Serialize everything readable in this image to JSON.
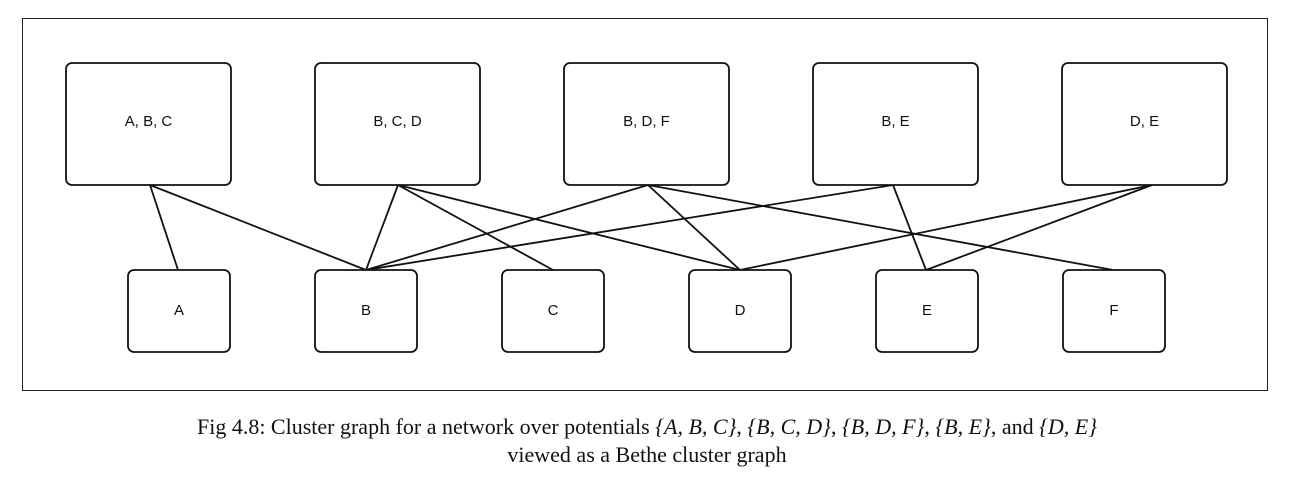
{
  "clusters": [
    {
      "id": "ABC",
      "label": "A, B, C"
    },
    {
      "id": "BCD",
      "label": "B, C, D"
    },
    {
      "id": "BDF",
      "label": "B, D, F"
    },
    {
      "id": "BE",
      "label": "B, E"
    },
    {
      "id": "DE",
      "label": "D, E"
    }
  ],
  "variables": [
    {
      "id": "A",
      "label": "A"
    },
    {
      "id": "B",
      "label": "B"
    },
    {
      "id": "C",
      "label": "C"
    },
    {
      "id": "D",
      "label": "D"
    },
    {
      "id": "E",
      "label": "E"
    },
    {
      "id": "F",
      "label": "F"
    }
  ],
  "edges": [
    [
      "ABC",
      "A"
    ],
    [
      "ABC",
      "B"
    ],
    [
      "BCD",
      "B"
    ],
    [
      "BCD",
      "C"
    ],
    [
      "BCD",
      "D"
    ],
    [
      "BDF",
      "B"
    ],
    [
      "BDF",
      "D"
    ],
    [
      "BDF",
      "F"
    ],
    [
      "BE",
      "B"
    ],
    [
      "BE",
      "E"
    ],
    [
      "DE",
      "D"
    ],
    [
      "DE",
      "E"
    ]
  ],
  "caption": {
    "prefix": "Fig 4.8: Cluster graph for a network over potentials ",
    "set1": "{A, B, C}",
    "sep1": ", ",
    "set2": "{B, C, D}",
    "sep2": ", ",
    "set3": "{B, D, F}",
    "sep3": ", ",
    "set4": "{B, E}",
    "sep4": ", and ",
    "set5": "{D, E}",
    "line2": "viewed as a Bethe cluster graph"
  }
}
